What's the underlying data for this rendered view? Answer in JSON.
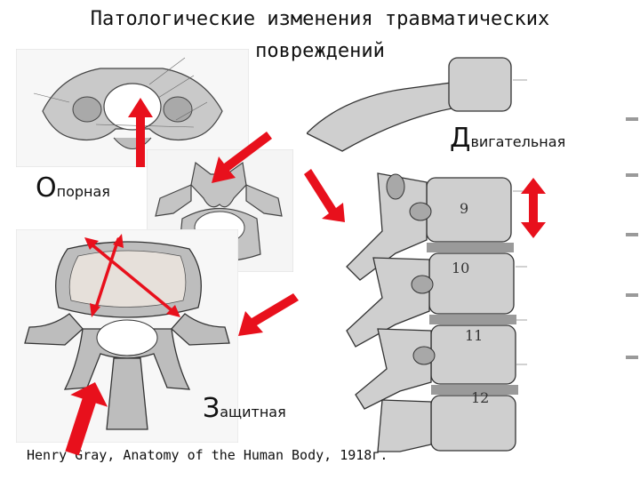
{
  "slide": {
    "title_line1": "Патологические изменения травматических",
    "title_line2": "повреждений",
    "labels": {
      "motor_initial": "Д",
      "motor_rest": "вигательная",
      "support_initial": "О",
      "support_rest": "порная",
      "protective_initial": "З",
      "protective_rest": "ащитная"
    },
    "credit": "Henry Gray, Anatomy of the Human Body, 1918г.",
    "vertebra_numbers": [
      "9",
      "10",
      "11",
      "12"
    ],
    "arrow_color": "#e8101c"
  }
}
